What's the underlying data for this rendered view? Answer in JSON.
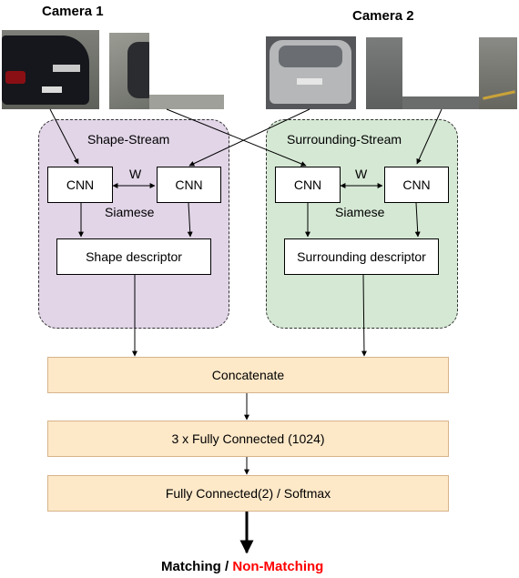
{
  "cameras": {
    "camera1": "Camera 1",
    "camera2": "Camera 2"
  },
  "shape_stream": {
    "title": "Shape-Stream",
    "cnn_left": "CNN",
    "cnn_right": "CNN",
    "weight": "W",
    "siamese": "Siamese",
    "descriptor": "Shape descriptor"
  },
  "surrounding_stream": {
    "title": "Surrounding-Stream",
    "cnn_left": "CNN",
    "cnn_right": "CNN",
    "weight": "W",
    "siamese": "Siamese",
    "descriptor": "Surrounding descriptor"
  },
  "pipeline": {
    "concatenate": "Concatenate",
    "fully_connected": "3 x Fully Connected (1024)",
    "softmax": "Fully Connected(2) / Softmax"
  },
  "output": {
    "matching": "Matching",
    "separator": " / ",
    "non_matching": "Non-Matching"
  },
  "colors": {
    "shape_stream_fill": "#e1d5e7",
    "surrounding_stream_fill": "#d5e8d4",
    "pipeline_fill": "#fde8c8",
    "non_matching": "#ff0000"
  }
}
